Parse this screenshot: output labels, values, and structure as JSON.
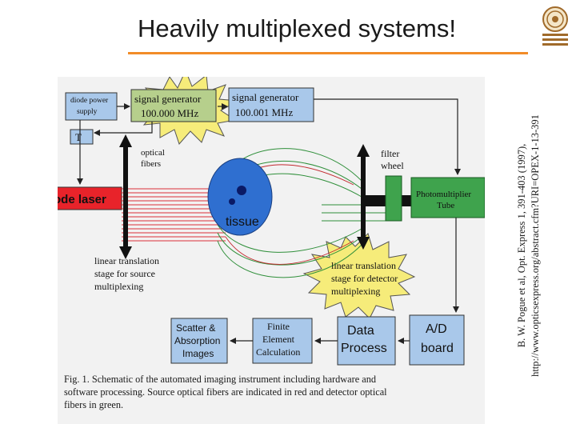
{
  "slide": {
    "title": "Heavily multiplexed systems!",
    "citation_line1": "B. W. Pogue et al, Opt. Express 1, 391-403 (1997),",
    "citation_line2": "http://www.opticsexpress.org/abstract.cfm?URI=OPEX-1-13-391"
  },
  "diagram": {
    "diode_power_supply": [
      "diode power",
      "supply"
    ],
    "signal_generator_1": [
      "signal generator",
      "100.000 MHz"
    ],
    "signal_generator_2": [
      "signal generator",
      "100.001 MHz"
    ],
    "t_label": "T",
    "optical_fibers": [
      "optical",
      "fibers"
    ],
    "filter_wheel": [
      "filter",
      "wheel"
    ],
    "diode_laser": "Diode laser",
    "tissue": "tissue",
    "photomultiplier": [
      "Photomultiplier",
      "Tube"
    ],
    "linear_source": [
      "linear translation",
      "stage for source",
      "multiplexing"
    ],
    "linear_detector": [
      "linear translation",
      "stage for detector",
      "multiplexing"
    ],
    "scatter_absorption": [
      "Scatter &",
      "Absorption",
      "Images"
    ],
    "finite_element": [
      "Finite",
      "Element",
      "Calculation"
    ],
    "data_process": [
      "Data",
      "Process"
    ],
    "ad_board": [
      "A/D",
      "board"
    ],
    "caption_lines": [
      "Fig.  1.  Schematic  of  the  automated  imaging  instrument  including  hardware  and",
      "software  processing.  Source optical fibers are indicated in red and detector optical",
      "fibers in green."
    ]
  },
  "colors": {
    "accent_rule": "#f28c28",
    "diode_laser": "#e8232a",
    "process_boxes": "#a9c8ea",
    "filter_wheel": "#3fa34d",
    "tissue": "#2f6fd0",
    "starburst": "#f6ec7a",
    "source_fibers": "#d9303a",
    "detector_fibers": "#2f8f3a"
  }
}
